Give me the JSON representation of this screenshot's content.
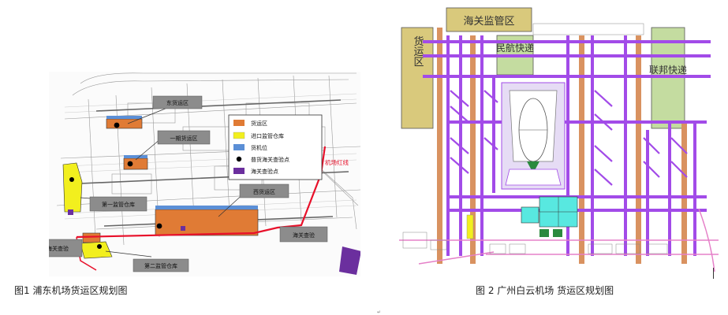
{
  "figure1": {
    "caption": "图1  浦东机场货运区规划图",
    "labels": {
      "east_cargo": "东货运区",
      "phase1_cargo": "一期货运区",
      "west_cargo": "西货运区",
      "bonded1": "第一监管仓库",
      "bonded2": "第二监管仓库",
      "customs_left": "海关查验",
      "customs_right": "海关查验",
      "red_line": "机场红线"
    },
    "legend": [
      {
        "label": "货运区",
        "color": "#e07b35",
        "shape": "rect"
      },
      {
        "label": "进口监管仓库",
        "color": "#f2ef1e",
        "shape": "rect"
      },
      {
        "label": "货机位",
        "color": "#5b8fd6",
        "shape": "rect"
      },
      {
        "label": "普货海关查验点",
        "color": "#000000",
        "shape": "dot"
      },
      {
        "label": "海关查验点",
        "color": "#6b2f9e",
        "shape": "rect"
      }
    ]
  },
  "figure2": {
    "caption": "图 2     广州白云机场  货运区规划图",
    "labels": {
      "customs_zone": "海关监管区",
      "cargo_zone": "货运区",
      "civil_express": "民航快递",
      "fedex": "联邦快递"
    }
  },
  "colors": {
    "cargo_orange": "#e07b35",
    "bonded_yellow": "#f2ef1e",
    "stand_blue": "#5b8fd6",
    "customs_purple": "#6b2f9e",
    "red_line": "#e8102a",
    "zone_khaki": "#d9c97c",
    "zone_green": "#c4dca0",
    "taxi_purple": "#a24be8",
    "runway_orange": "#d99260",
    "cyan_block": "#58e8e0"
  },
  "marks": {
    "small_mark": "↵"
  }
}
